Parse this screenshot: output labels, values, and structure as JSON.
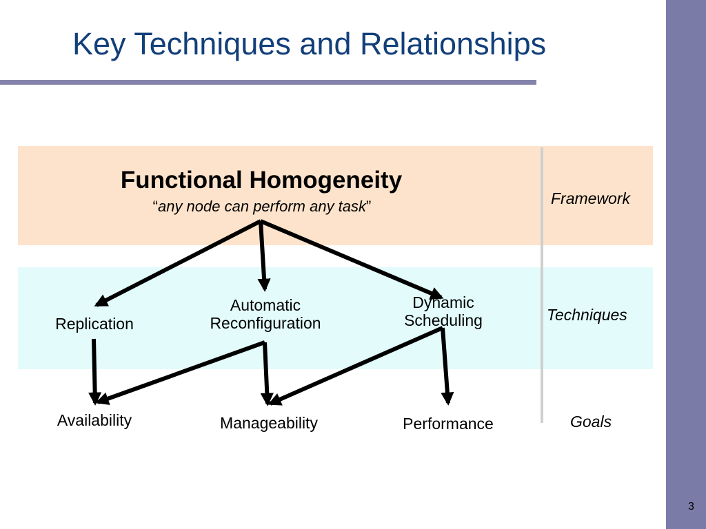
{
  "slide": {
    "title": "Key Techniques and Relationships",
    "page_number": "3"
  },
  "framework": {
    "title": "Functional Homogeneity",
    "quote_open": "“",
    "quote_text": "any node can perform any task",
    "quote_close": "”"
  },
  "techniques": {
    "replication": "Replication",
    "auto_reconf_line1": "Automatic",
    "auto_reconf_line2": "Reconfiguration",
    "dynamic_sched_line1": "Dynamic",
    "dynamic_sched_line2": "Scheduling"
  },
  "goals": {
    "availability": "Availability",
    "manageability": "Manageability",
    "performance": "Performance"
  },
  "row_labels": {
    "framework": "Framework",
    "techniques": "Techniques",
    "goals": "Goals"
  },
  "colors": {
    "title": "#123f7a",
    "framework_band": "#fde3cb",
    "techniques_band": "#e3fbfb",
    "side_band": "#7b7ba8",
    "arrow": "#000000"
  }
}
